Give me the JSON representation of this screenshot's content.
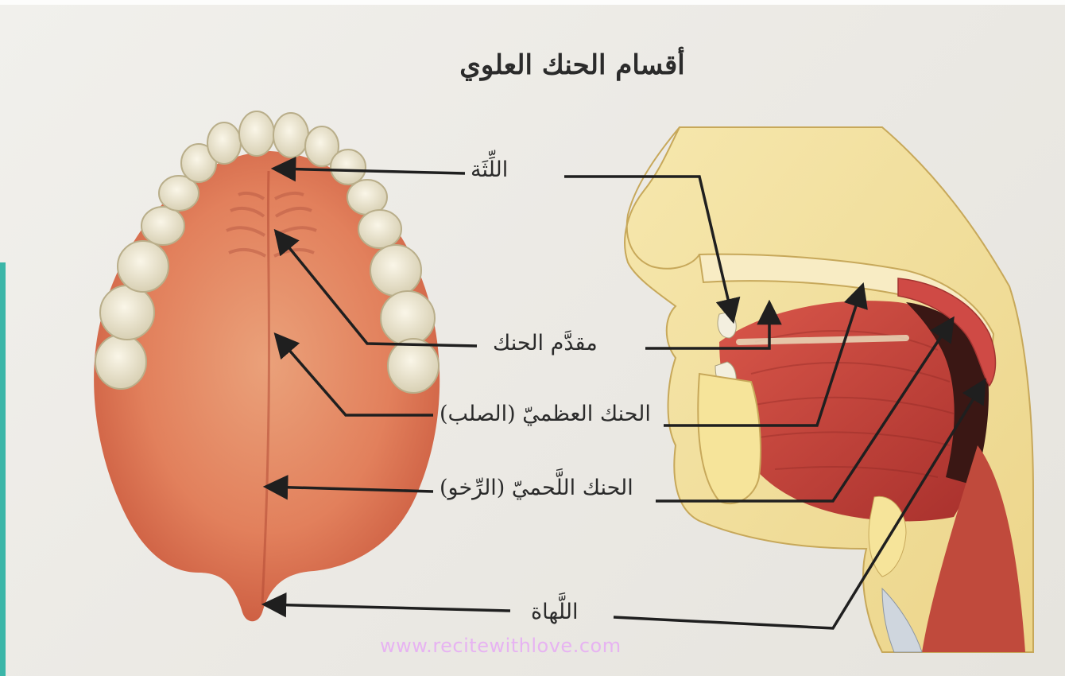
{
  "title": "أقسام الحنك العلوي",
  "labels": {
    "gums": "اللِّثَة",
    "front_palate": "مقدَّم الحنك",
    "hard_palate": "الحنك العظميّ (الصلب)",
    "soft_palate": "الحنك اللَّحميّ (الرِّخو)",
    "uvula": "اللَّهاة"
  },
  "watermark": "www.recitewithlove.com",
  "colors": {
    "palate": "#e2805c",
    "palate_dark": "#c9583d",
    "teeth": "#ece6cf",
    "skin": "#f1df9c",
    "muscle": "#c9443a",
    "arrow": "#1f1f1f",
    "accent_strip": "#3bb6a8"
  }
}
